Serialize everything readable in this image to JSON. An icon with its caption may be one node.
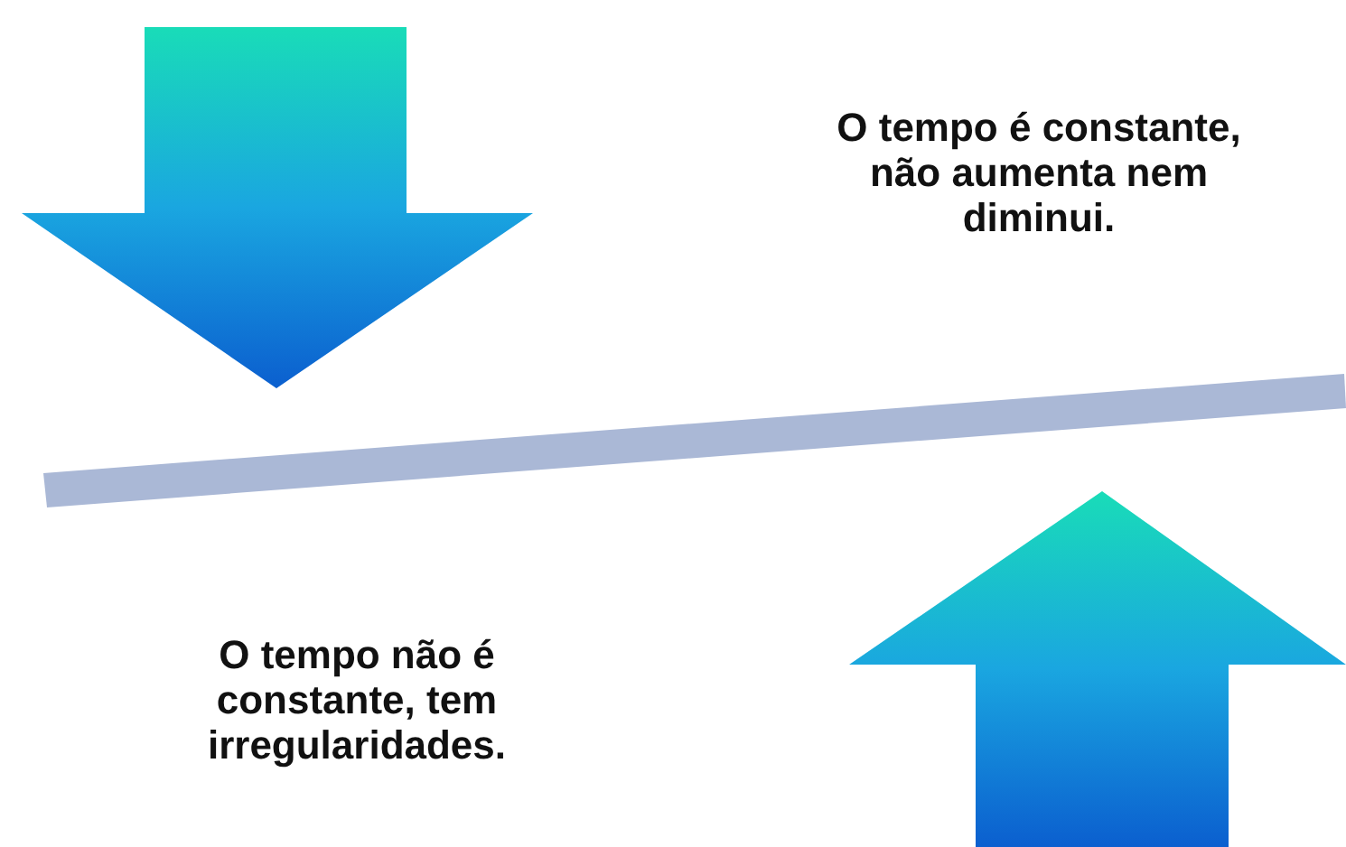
{
  "diagram": {
    "nodes": [
      {
        "text": [],
        "shape": "bar"
      }
    ],
    "labels": [
      "O tempo é constante, não aumenta nem diminui.",
      "O tempo não é constante, tem irregularidades."
    ]
  }
}
